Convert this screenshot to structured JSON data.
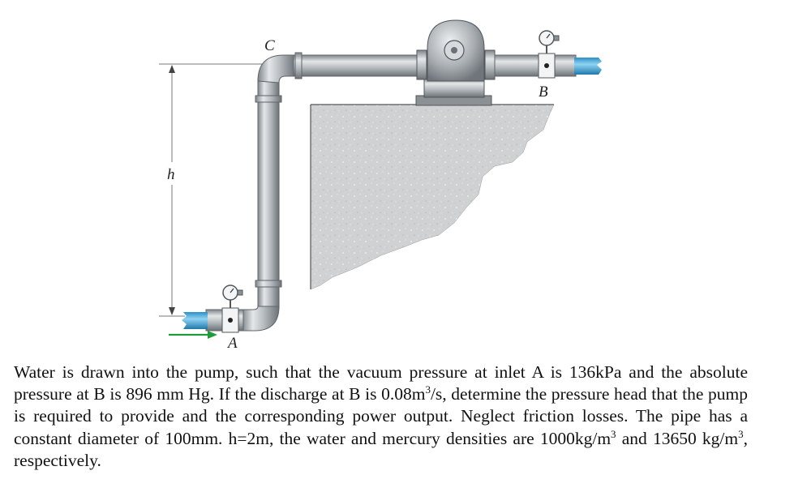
{
  "figure": {
    "labels": {
      "c": "C",
      "b": "B",
      "h": "h",
      "a": "A"
    }
  },
  "problem": {
    "t1": "Water is drawn into the pump, such that the vacuum pressure at inlet A is 136kPa and the absolute pressure at B is 896 mm Hg. If the discharge at B is 0.08m",
    "sup1": "3",
    "t2": "/s, determine the pressure head that the pump is required to provide and the corresponding power output. Neglect friction losses. The pipe has a constant diameter of 100mm. h=2m, the water and mercury densities are 1000kg/m",
    "sup2": "3",
    "t3": " and 13650 kg/m",
    "sup3": "3",
    "t4": ", respectively."
  }
}
